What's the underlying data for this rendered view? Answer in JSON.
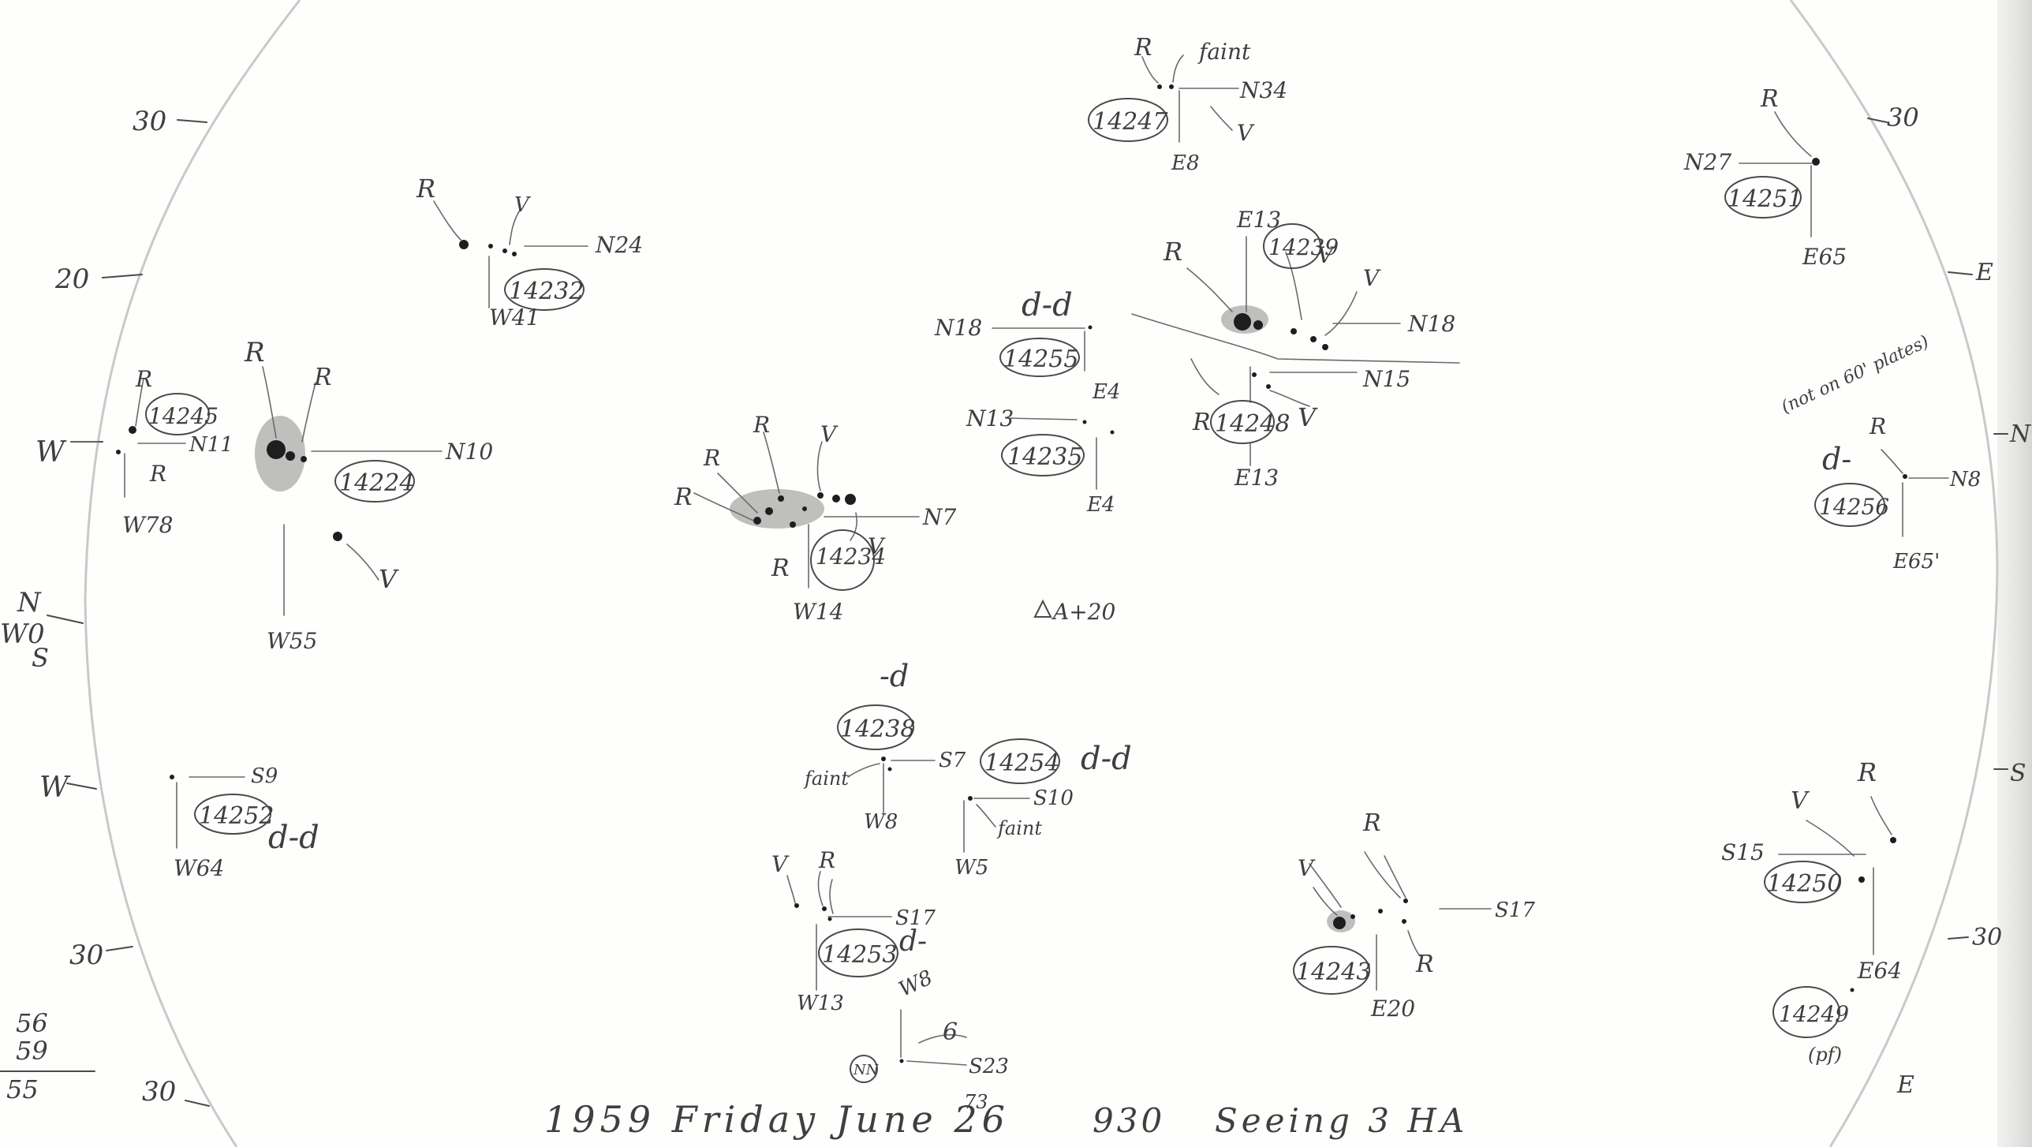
{
  "footer": {
    "caption": "1959 Friday June 26",
    "time_sup": "73",
    "time": "930",
    "seeing": "Seeing 3 HA"
  },
  "margin": {
    "left": [
      "30",
      "20",
      "W",
      "N",
      "W0",
      "S",
      "W",
      "30",
      "30"
    ],
    "right": [
      "30",
      "E",
      "N",
      "S",
      "30",
      "E"
    ],
    "totals": [
      "56",
      "59",
      "55"
    ]
  },
  "groups": {
    "g14247": {
      "number": "14247",
      "labels": [
        "R",
        "faint",
        "N34",
        "V",
        "E8"
      ]
    },
    "g14251": {
      "number": "14251",
      "labels": [
        "R",
        "N27",
        "E65"
      ]
    },
    "g14232": {
      "number": "14232",
      "labels": [
        "R",
        "V",
        "N24",
        "W41"
      ]
    },
    "g14239": {
      "number": "14239",
      "labels": [
        "E13",
        "R",
        "V",
        "V",
        "N18"
      ]
    },
    "g14255": {
      "number": "14255",
      "labels": [
        "N18",
        "d-d",
        "E4"
      ]
    },
    "g14245": {
      "number": "14245",
      "labels": [
        "R",
        "W",
        "N11",
        "R",
        "W78"
      ]
    },
    "g14224": {
      "number": "14224",
      "labels": [
        "R",
        "R",
        "N10",
        "V",
        "W55"
      ]
    },
    "g14248": {
      "number": "14248",
      "labels": [
        "R",
        "V",
        "N15",
        "E13"
      ]
    },
    "g14235": {
      "number": "14235",
      "labels": [
        "N13",
        "E4"
      ]
    },
    "g14256": {
      "number": "14256",
      "labels": [
        "(not on 60' plates)",
        "R",
        "d-",
        "N8",
        "E65'"
      ]
    },
    "g14234": {
      "number": "14234",
      "labels": [
        "R",
        "V",
        "R",
        "R",
        "N7",
        "R",
        "V",
        "W14"
      ]
    },
    "marker": {
      "label": "A+20"
    },
    "g14238": {
      "number": "14238",
      "labels": [
        "-d",
        "faint",
        "S7",
        "W8"
      ]
    },
    "g14254": {
      "number": "14254",
      "labels": [
        "d-d",
        "S10",
        "faint",
        "W5"
      ]
    },
    "g14252": {
      "number": "14252",
      "labels": [
        "S9",
        "d-d",
        "W64"
      ]
    },
    "g14253": {
      "number": "14253",
      "labels": [
        "V",
        "R",
        "S17",
        "d-",
        "W13",
        "W8"
      ]
    },
    "g14243": {
      "number": "14243",
      "labels": [
        "R",
        "V",
        "S17",
        "R",
        "E20"
      ]
    },
    "g14250": {
      "number": "14250",
      "labels": [
        "R",
        "V",
        "S15",
        "E64"
      ]
    },
    "g14249": {
      "number": "14249",
      "labels": [
        "(pf)"
      ]
    },
    "gNN": {
      "number": "NN",
      "labels": [
        "6",
        "S23"
      ]
    }
  }
}
